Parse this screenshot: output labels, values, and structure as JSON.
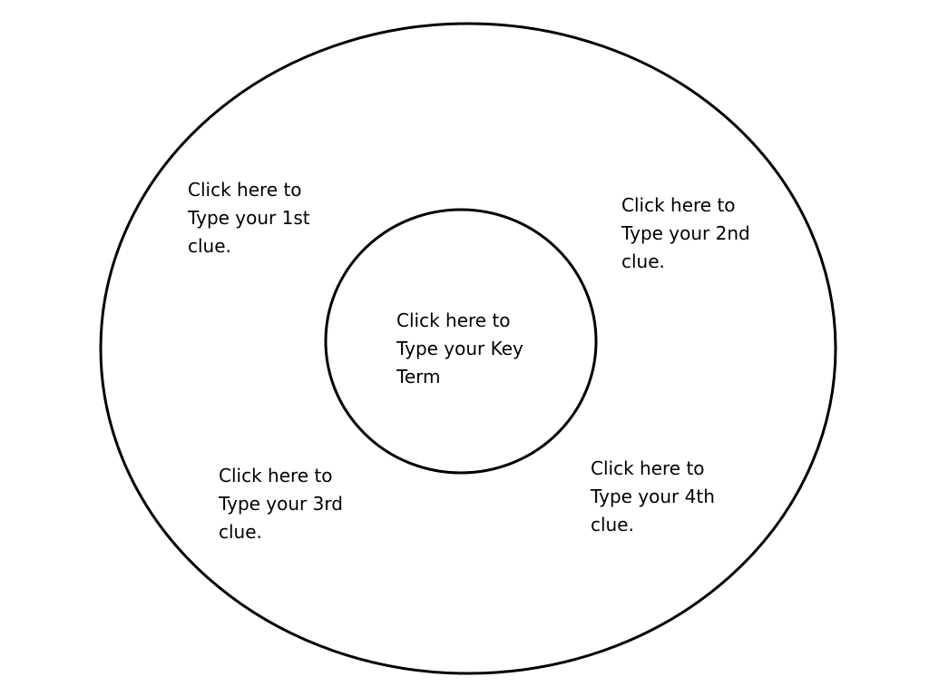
{
  "diagram": {
    "line_color": "#000000",
    "background_color": "#ffffff",
    "key_term_placeholder": "Click here to\nType your Key\nTerm",
    "clues": [
      "Click here to\nType your 1st\nclue.",
      "Click here to\nType your 2nd\nclue.",
      "Click here to\nType your 3rd\nclue.",
      "Click here to\nType your 4th\nclue."
    ]
  }
}
